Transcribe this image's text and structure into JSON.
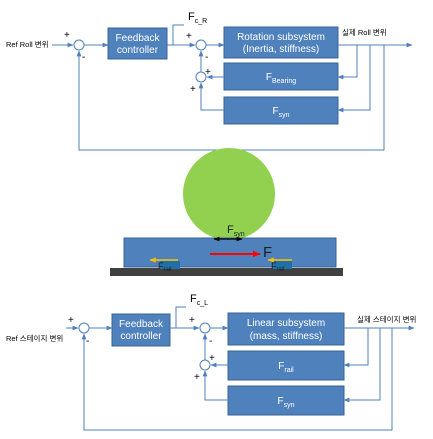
{
  "top": {
    "input_label": "Ref Roll 변위",
    "output_label": "실제 Roll 변위",
    "controller": [
      "Feedback",
      "controller"
    ],
    "force_label": "F",
    "force_sub": "c_R",
    "plant": [
      "Rotation subsystem",
      "(Inertia, stiffness)"
    ],
    "fb1": "F",
    "fb1_sub": "Bearing",
    "fb2": "F",
    "fb2_sub": "syn",
    "signs": {
      "s1_plus": "+",
      "s1_minus": "-",
      "s2_plus": "+",
      "s2_minus": "-",
      "s3_plus1": "+",
      "s3_plus2": "+"
    }
  },
  "middle": {
    "fsyn": "F",
    "fsyn_sub": "syn",
    "f_big": "F",
    "frail_left": "F",
    "frail_left_sub": "rail",
    "frail_right": "F",
    "frail_right_sub": "rail",
    "colors": {
      "ball": "#92d050",
      "stage": "#4f81bd",
      "base": "#404040",
      "red_arrow": "#ff0000",
      "yellow_arrow": "#ffc000",
      "rail_block": "#1f6fa8"
    }
  },
  "bottom": {
    "input_label": "Ref 스테이지 변위",
    "output_label": "실제 스테이지 변위",
    "controller": [
      "Feedback",
      "controller"
    ],
    "force_label": "F",
    "force_sub": "c_L",
    "plant": [
      "Linear subsystem",
      "(mass, stiffness)"
    ],
    "fb1": "F",
    "fb1_sub": "rail",
    "fb2": "F",
    "fb2_sub": "syn",
    "signs": {
      "s1_plus": "+",
      "s1_minus": "-",
      "s2_plus": "+",
      "s2_minus": "-",
      "s3_plus1": "+",
      "s3_plus2": "+"
    }
  }
}
